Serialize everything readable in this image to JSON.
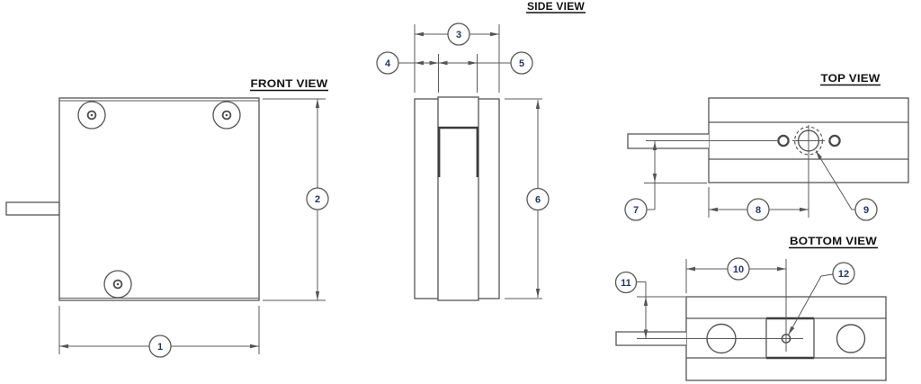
{
  "colors": {
    "line": "#545454",
    "bold_line": "#3d3d3d",
    "title_text": "#111111",
    "balloon_text": "#1f3864",
    "background": "#ffffff"
  },
  "views": {
    "front": {
      "title": "FRONT VIEW"
    },
    "side": {
      "title": "SIDE VIEW"
    },
    "top": {
      "title": "TOP VIEW"
    },
    "bottom": {
      "title": "BOTTOM VIEW"
    }
  },
  "balloon_labels": [
    "1",
    "2",
    "3",
    "4",
    "5",
    "6",
    "7",
    "8",
    "9",
    "10",
    "11",
    "12"
  ]
}
